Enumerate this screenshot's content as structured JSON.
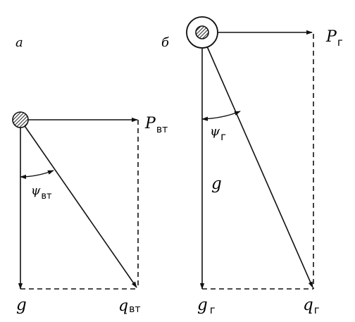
{
  "diagram": {
    "left": {
      "panel_label": "а",
      "force_label_main": "P",
      "force_label_sub": "вт",
      "angle_label_main": "ψ",
      "angle_label_sub": "вт",
      "g_label": "g",
      "q_label_main": "q",
      "q_label_sub": "вт"
    },
    "right": {
      "panel_label": "б",
      "force_label_main": "P",
      "force_label_sub": "г",
      "angle_label_main": "ψ",
      "angle_label_sub": "г",
      "g_mid_label": "g",
      "g_bottom_main": "g",
      "g_bottom_sub": "г",
      "q_label_main": "q",
      "q_label_sub": "г"
    }
  }
}
